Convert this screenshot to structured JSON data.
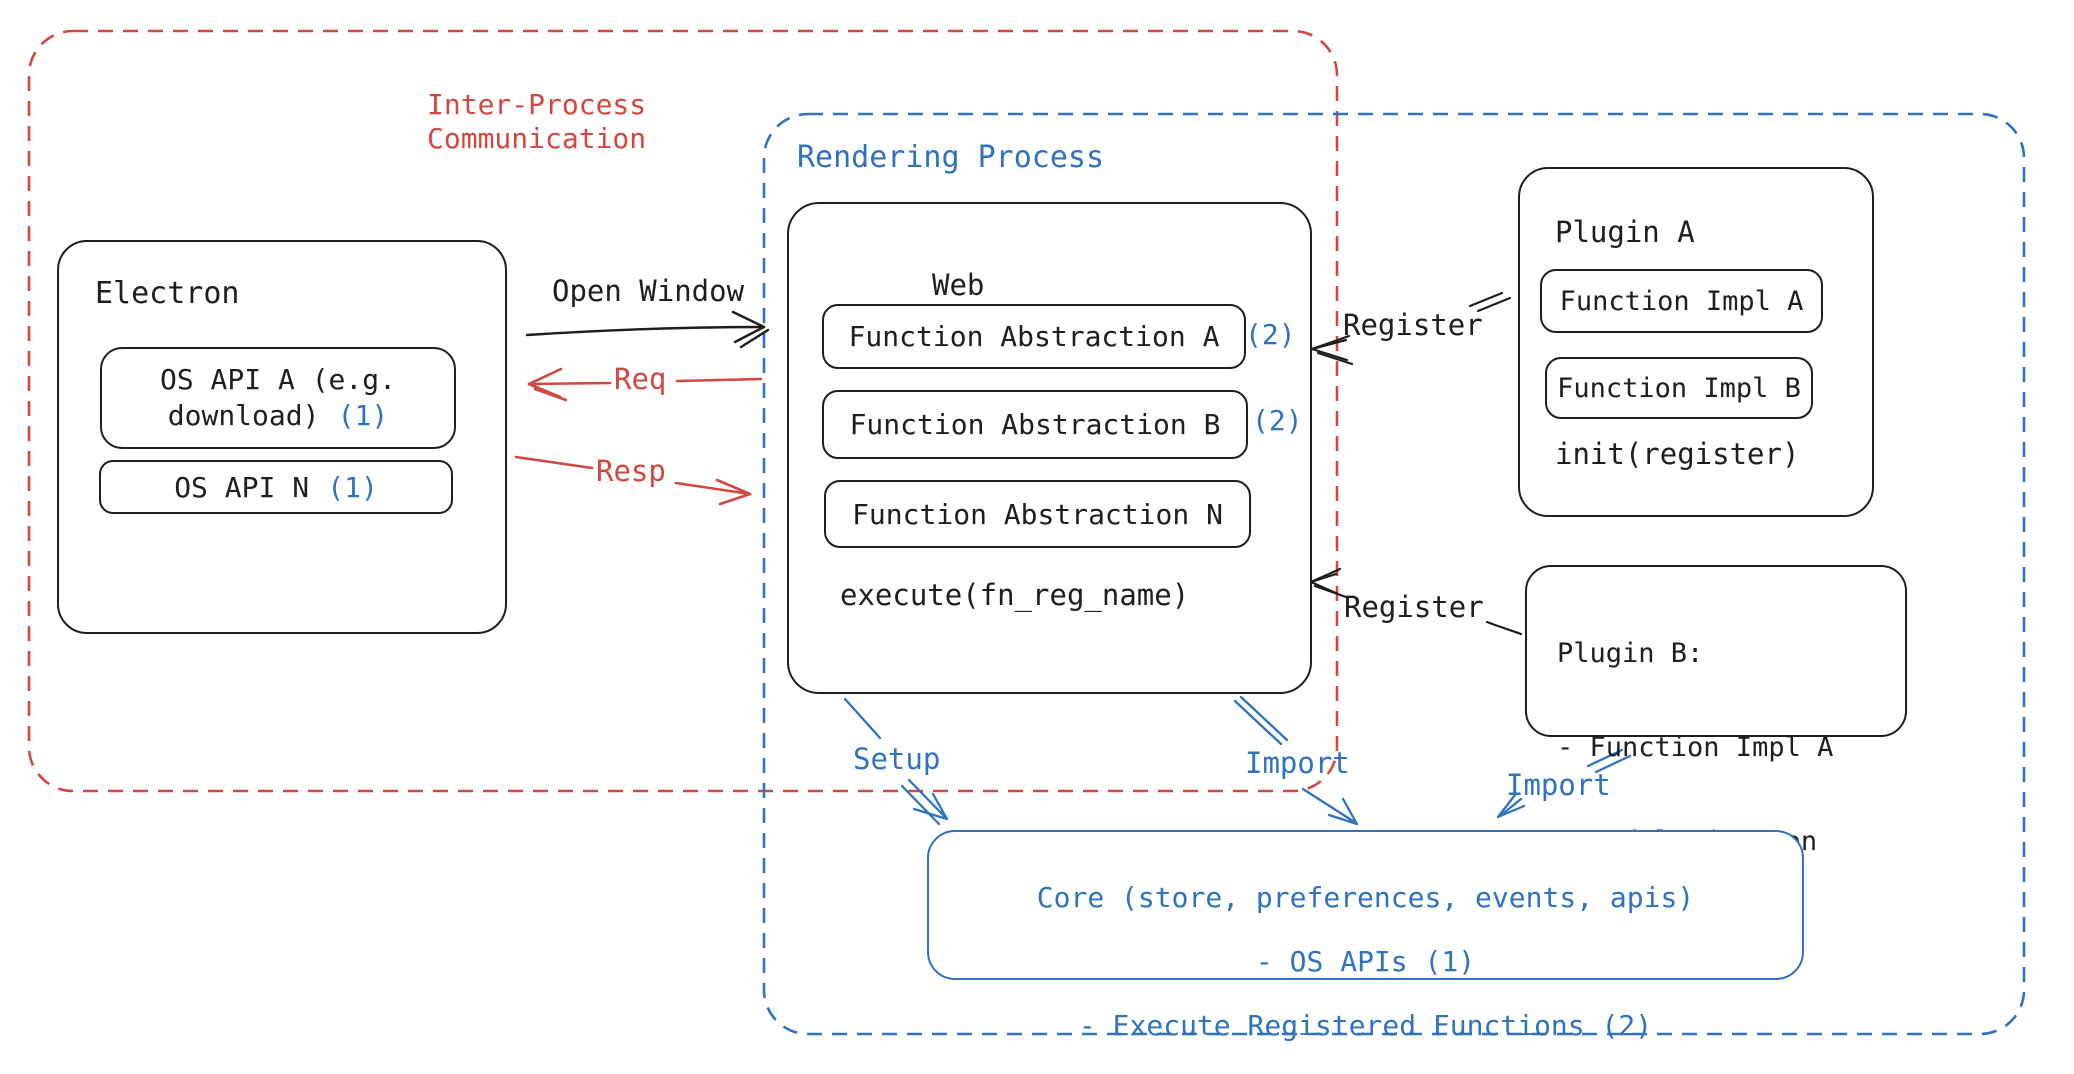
{
  "diagram": {
    "ipc_region": {
      "label": "Inter-Process\nCommunication"
    },
    "rendering_region": {
      "label": "Rendering Process"
    },
    "electron": {
      "title": "Electron",
      "api_a_line1": "OS API A (e.g.",
      "api_a_line2": "download)",
      "api_a_num": "(1)",
      "api_n": "OS API N",
      "api_n_num": "(1)"
    },
    "web": {
      "title": "Web",
      "fa_a": "Function Abstraction A",
      "fa_a_num": "(2)",
      "fa_b": "Function Abstraction B",
      "fa_b_num": "(2)",
      "fa_n": "Function Abstraction N",
      "execute": "execute(fn_reg_name)"
    },
    "plugin_a": {
      "title": "Plugin A",
      "impl_a": "Function Impl A",
      "impl_b": "Function Impl B",
      "init": "init(register)"
    },
    "plugin_b": {
      "line1": "Plugin B:",
      "line2": "- Function Impl A",
      "line3": "- Module (run on Main)"
    },
    "core": {
      "line1": "Core (store, preferences, events, apis)",
      "line2": "- OS APIs (1)",
      "line3": "- Execute Registered Functions (2)"
    },
    "arrows": {
      "open_window": "Open Window",
      "req": "Req",
      "resp": "Resp",
      "register_a": "Register",
      "register_b": "Register",
      "setup": "Setup",
      "import_web": "Import",
      "import_plugin": "Import"
    },
    "colors": {
      "ink": "#1e1e1e",
      "red": "#d2473f",
      "blue": "#2f72c0"
    }
  }
}
